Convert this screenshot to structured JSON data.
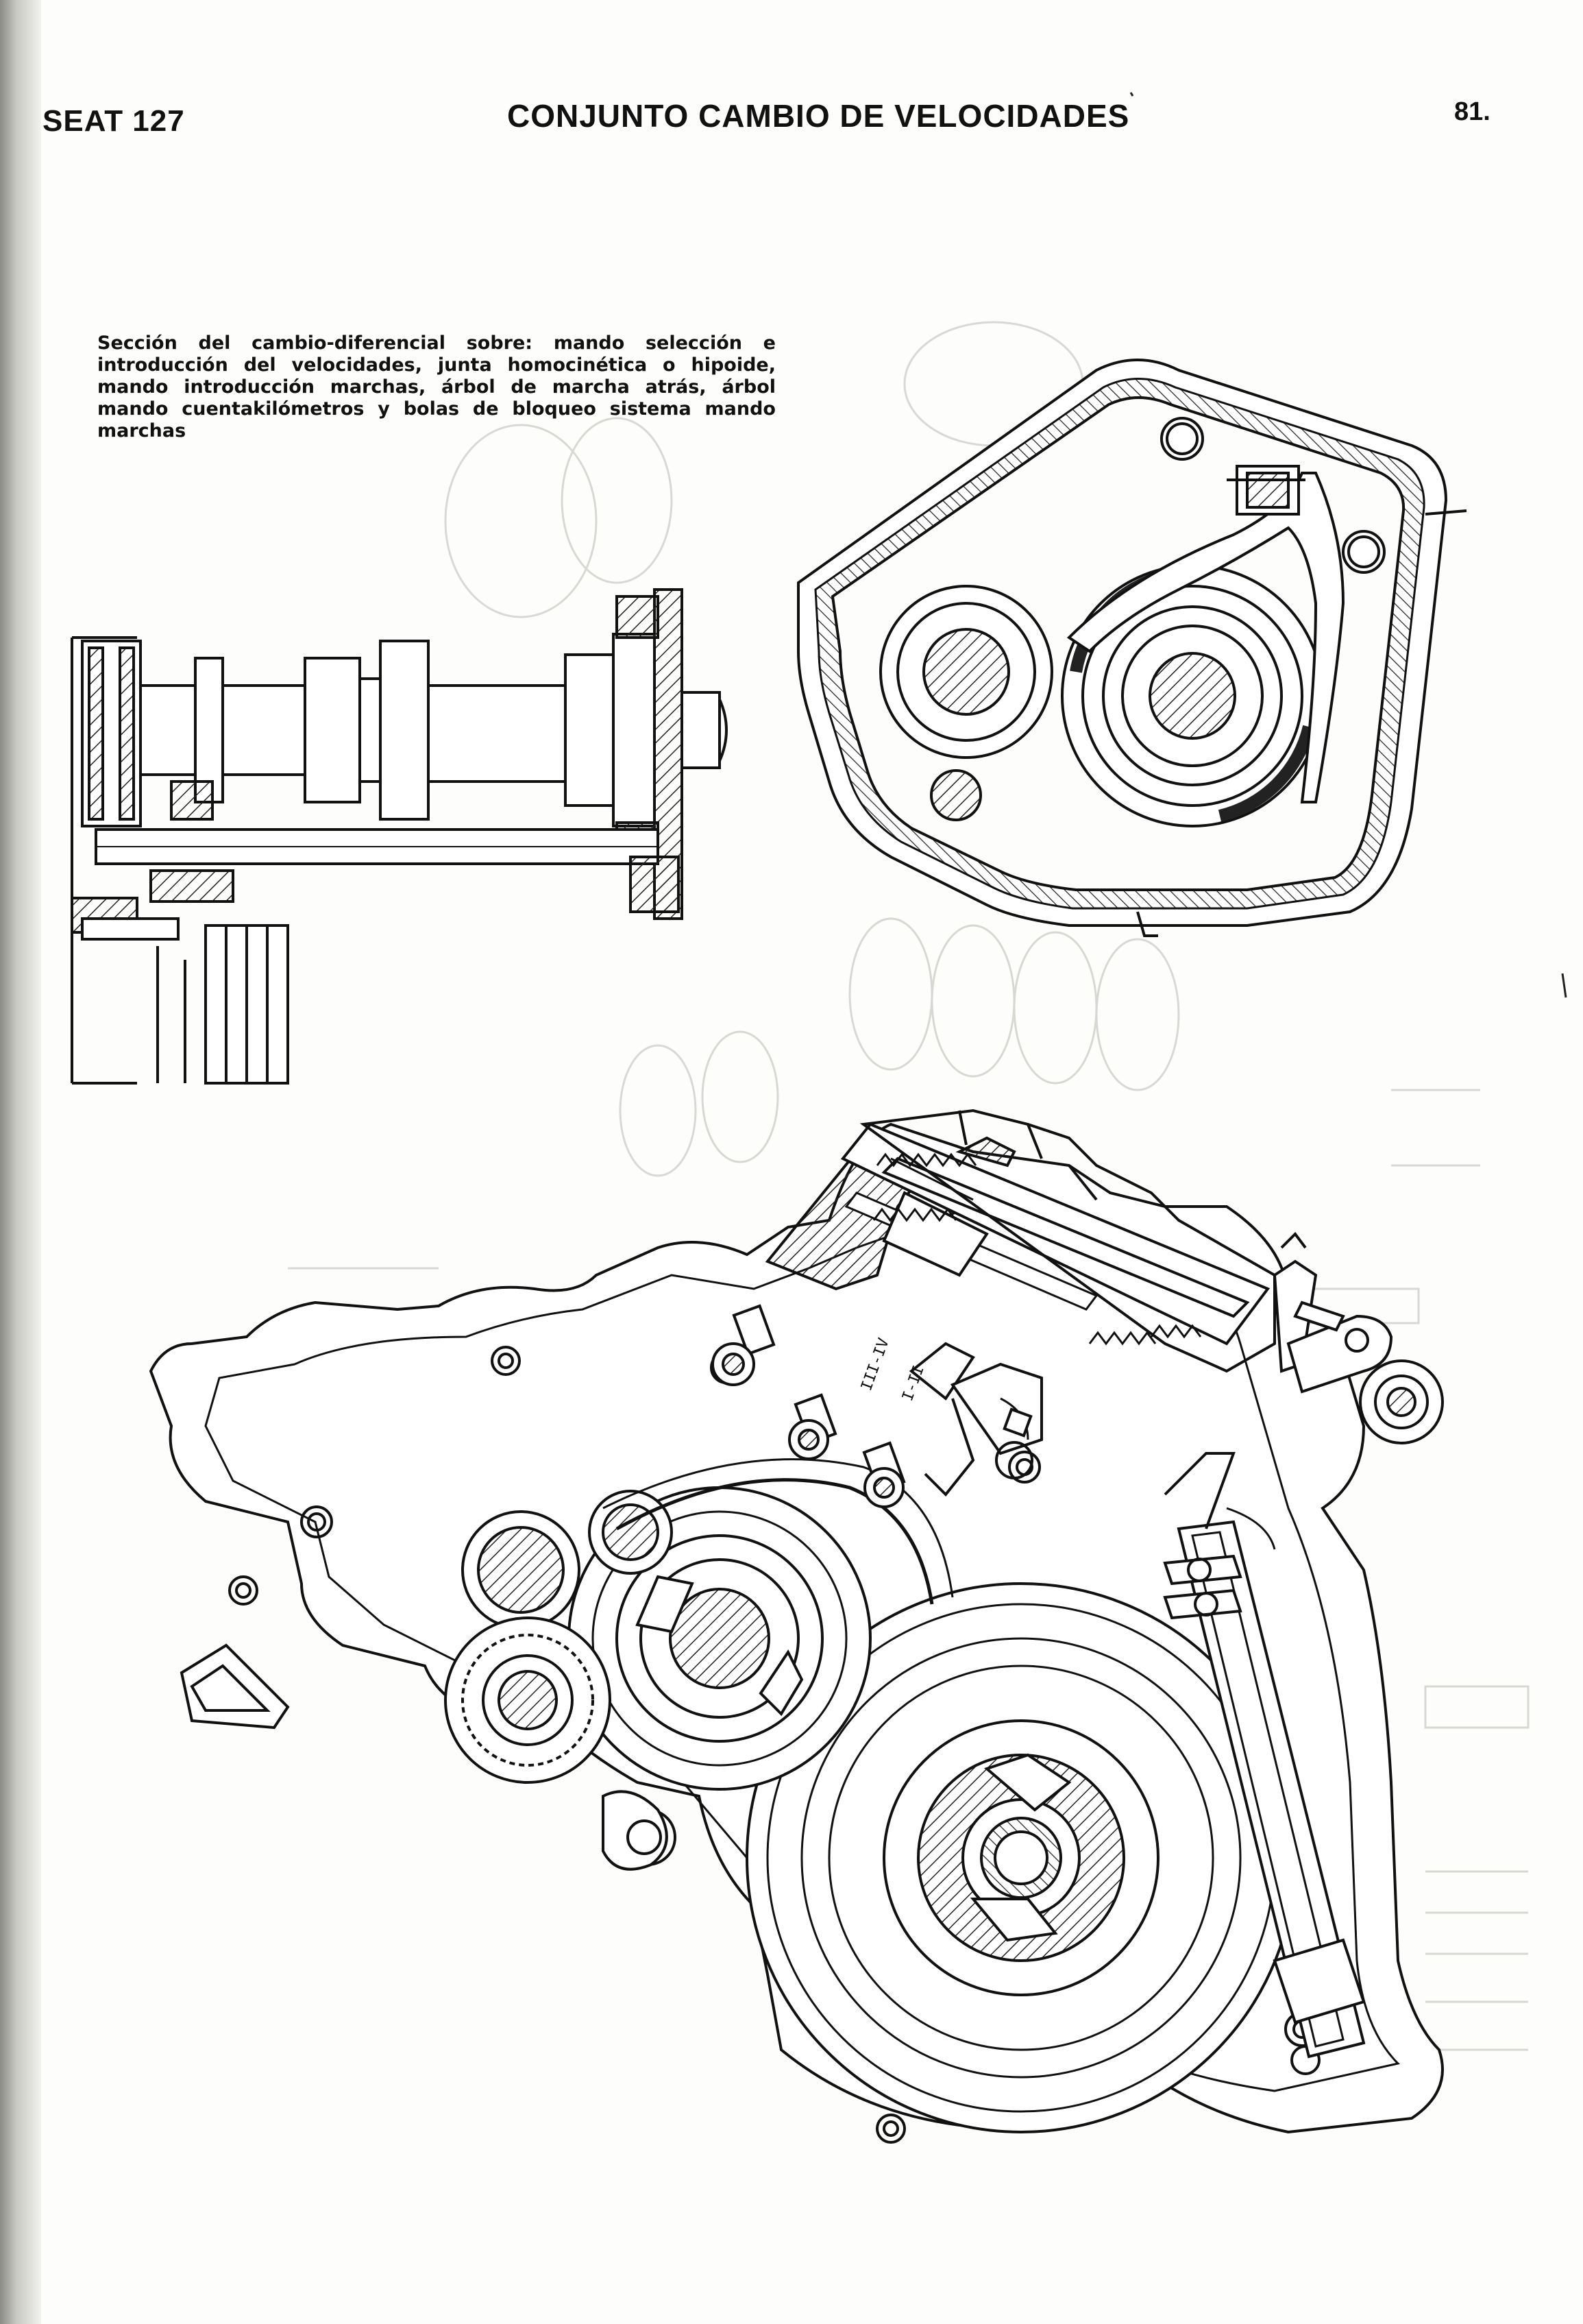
{
  "header": {
    "left": "SEAT  127",
    "title": "CONJUNTO CAMBIO DE VELOCIDADES",
    "page_number": "81."
  },
  "caption": "Sección del cambio-diferencial sobre: mando selección e introducción del velocidades, junta homocinética o hipoide, mando introducción marchas, árbol de marcha atrás, árbol mando cuentakilómetros y bolas de bloqueo sistema mando marchas",
  "figure_labels": {
    "shift_mark_1": "I-II",
    "shift_mark_2": "III-IV"
  },
  "colors": {
    "ink": "#111111",
    "paper": "#fdfdfb",
    "hatch": "#222222",
    "show_through": "#cfcfca"
  }
}
